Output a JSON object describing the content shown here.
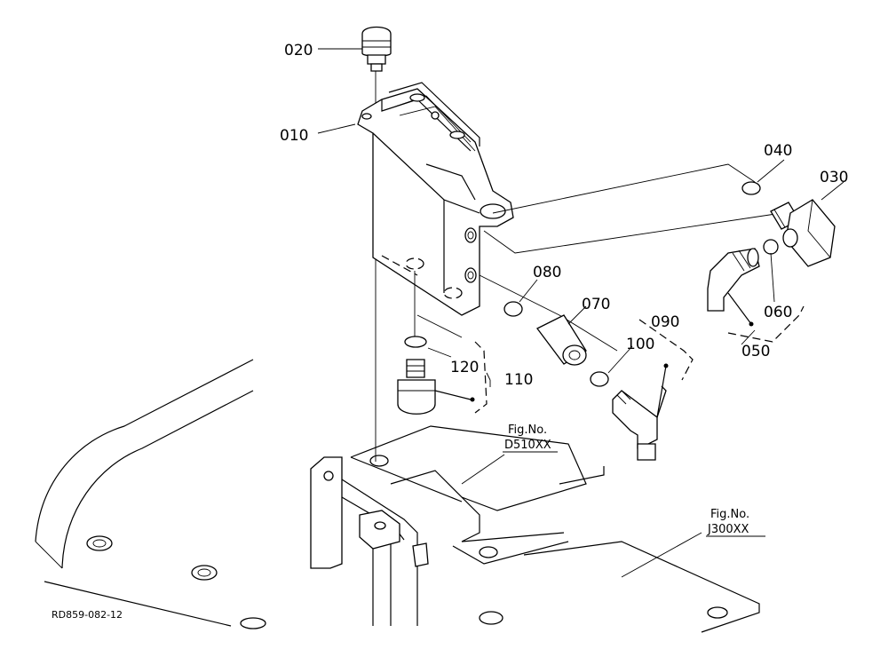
{
  "diagram": {
    "drawing_code": "RD859-082-12",
    "callouts": {
      "p010": "010",
      "p020": "020",
      "p030": "030",
      "p040": "040",
      "p050": "050",
      "p060": "060",
      "p070": "070",
      "p080": "080",
      "p090": "090",
      "p100": "100",
      "p110": "110",
      "p120": "120"
    },
    "figure_refs": [
      {
        "label": "Fig.No.",
        "code": "D510XX"
      },
      {
        "label": "Fig.No.",
        "code": "J300XX"
      }
    ]
  }
}
